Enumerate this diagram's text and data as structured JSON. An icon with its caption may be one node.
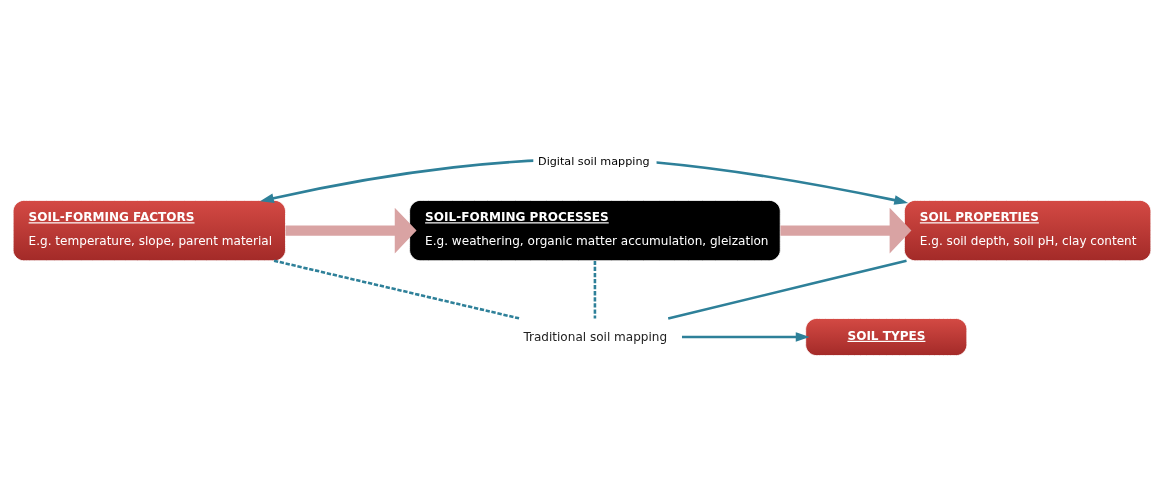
{
  "diagram": {
    "nodes": [
      {
        "text": [
          "SOIL-FORMING FACTORS",
          "E.g. temperature, slope, parent material"
        ]
      },
      {
        "text": [
          "SOIL-FORMING PROCESSES",
          "E.g. weathering, organic matter accumulation, gleization"
        ]
      },
      {
        "text": [
          "SOIL PROPERTIES",
          "E.g. soil depth, soil pH, clay content"
        ]
      },
      {
        "text": [
          "Traditional soil mapping"
        ]
      },
      {
        "text": [
          "SOIL TYPES"
        ]
      }
    ],
    "edges": [
      {
        "from": 0,
        "to": 1,
        "arrow": "to",
        "style": "thick",
        "color": "#d9a3a3"
      },
      {
        "from": 1,
        "to": 2,
        "arrow": "to",
        "style": "thick",
        "color": "#d9a3a3"
      },
      {
        "from": 0,
        "to": 2,
        "arrow": "both",
        "label": "Digital soil mapping"
      },
      {
        "from": 0,
        "to": 3,
        "arrow": "none",
        "style": "dashed"
      },
      {
        "from": 1,
        "to": 3,
        "arrow": "none",
        "style": "dashed"
      },
      {
        "from": 2,
        "to": 3,
        "arrow": "none"
      },
      {
        "from": 3,
        "to": 4,
        "arrow": "to"
      }
    ]
  }
}
